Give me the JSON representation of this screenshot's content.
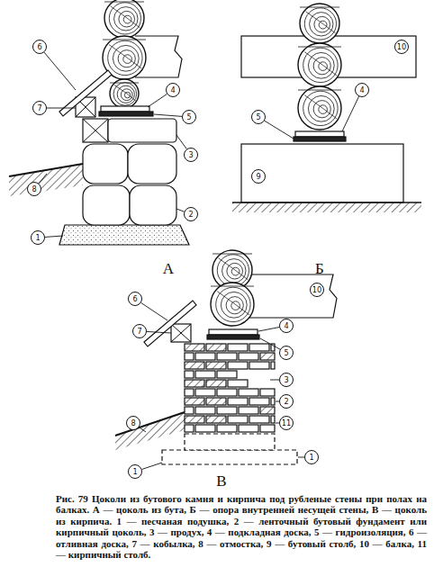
{
  "diagram": {
    "caption": "Рис. 79 Цоколи из бутового камня и кирпича под рубленые стены при полах на балках. А — цоколь из бута, Б — опора внутренней несущей стены, В — цоколь из кирпича. 1 — песчаная подушка, 2 — ленточный бутовый фундамент или кирпичный цоколь, 3 — продух, 4 — подкладная доска, 5 — гидроизоляция, 6 — отливная доска, 7 — кобылка, 8 — отмостка, 9 — бутовый столб, 10 — балка, 11 — кирпичный столб.",
    "labels": [
      "6",
      "7",
      "4",
      "5",
      "3",
      "8",
      "2",
      "1",
      "А",
      "10",
      "4",
      "5",
      "9",
      "Б",
      "6",
      "10",
      "7",
      "4",
      "5",
      "3",
      "2",
      "11",
      "8",
      "1",
      "1",
      "В"
    ]
  }
}
